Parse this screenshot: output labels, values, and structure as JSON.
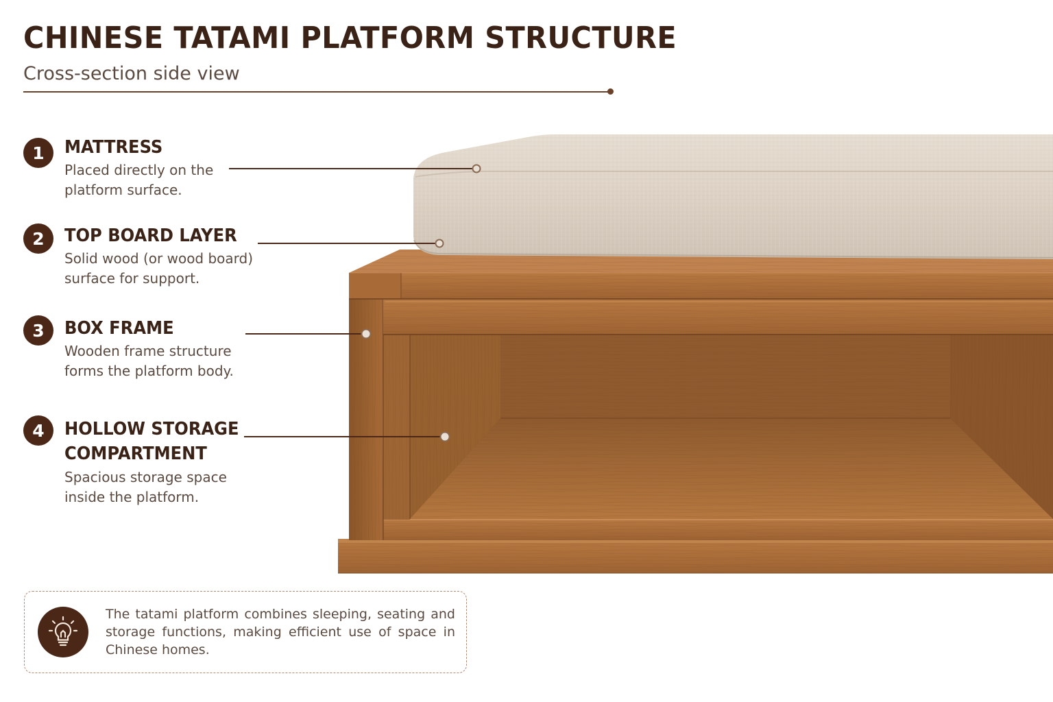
{
  "header": {
    "title": "CHINESE TATAMI PLATFORM STRUCTURE",
    "subtitle": "Cross-section side view"
  },
  "callouts": [
    {
      "number": "1",
      "label": "MATTRESS",
      "line1": "Placed directly on the",
      "line2": "platform surface."
    },
    {
      "number": "2",
      "label": "TOP BOARD LAYER",
      "line1": "Solid wood (or wood board)",
      "line2": "surface for support."
    },
    {
      "number": "3",
      "label": "BOX FRAME",
      "line1": "Wooden frame structure",
      "line2": "forms the platform body."
    },
    {
      "number": "4",
      "label": "HOLLOW STORAGE",
      "label2": "COMPARTMENT",
      "line1": "Spacious storage space",
      "line2": "inside the platform."
    }
  ],
  "note": {
    "text": "The tatami platform combines sleeping, seating and storage functions, making efficient use of space in Chinese homes.",
    "icon": "lightbulb-icon"
  },
  "colors": {
    "heading": "#3a2216",
    "accent": "#4a2716",
    "wood": "#a86a38",
    "mattress": "#ddd2c6"
  }
}
